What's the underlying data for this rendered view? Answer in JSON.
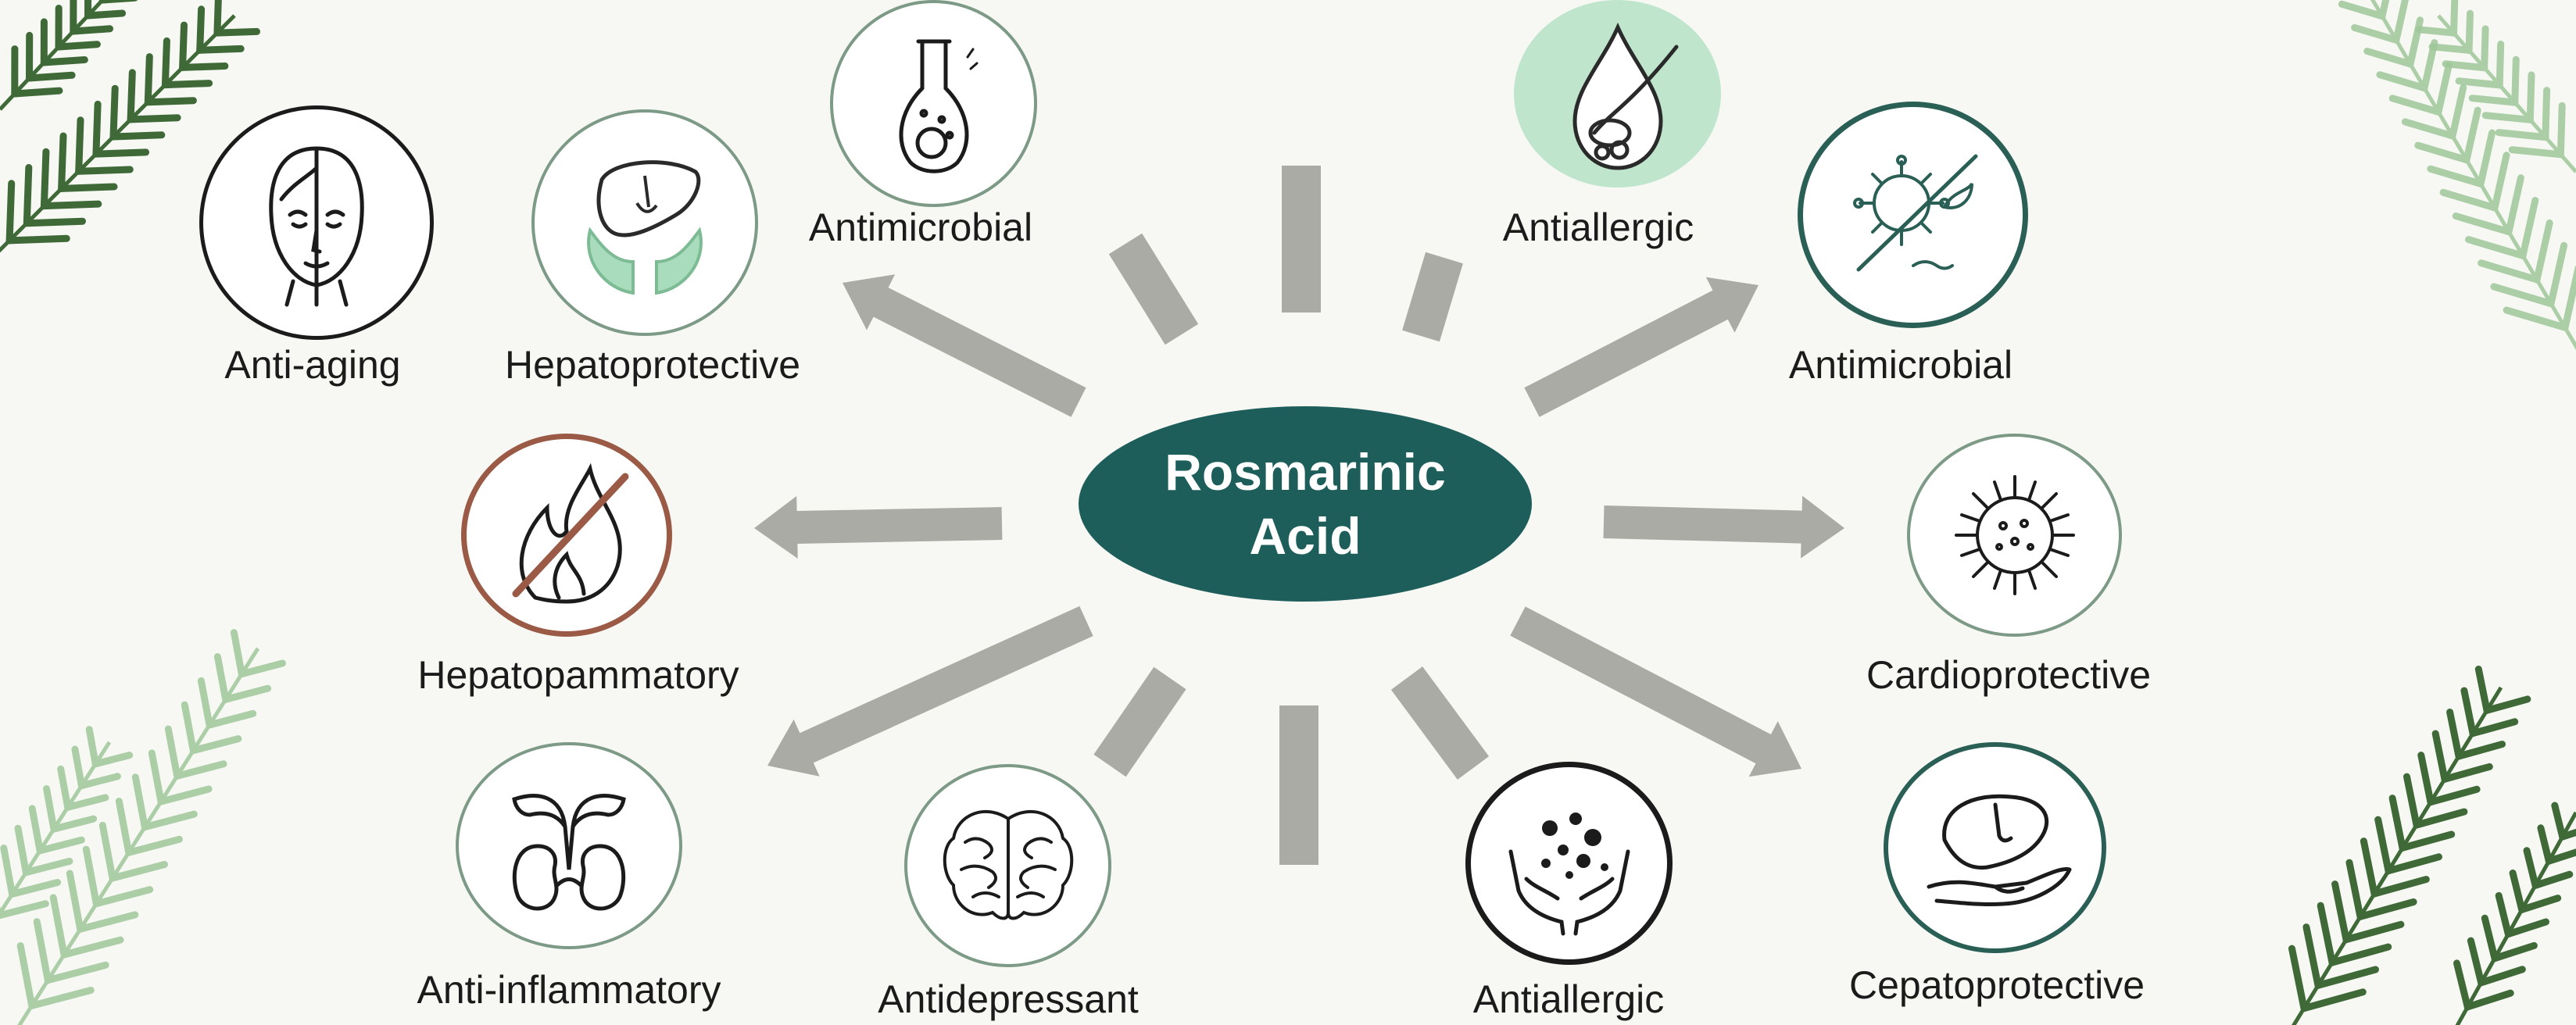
{
  "center": {
    "title": "Rosmarinic\nAcid"
  },
  "colors": {
    "center_fill": "#1d5e5b",
    "arrow": "#a9aba4",
    "mint": "#a8dcbc",
    "brown": "#9a5a45",
    "dark_teal": "#2a5f55",
    "leaf_dark": "#3f6a38",
    "leaf_light": "#9fc79a"
  },
  "nodes": [
    {
      "label": "Anti-aging",
      "icon": "face-icon"
    },
    {
      "label": "Hepatoprotective",
      "icon": "liver-hands-icon"
    },
    {
      "label": "Antimicrobial",
      "icon": "flask-icon"
    },
    {
      "label": "Antiallergic",
      "icon": "drop-spoon-icon"
    },
    {
      "label": "Antimicrobial",
      "icon": "virus-blocked-icon"
    },
    {
      "label": "Hepatopammatory",
      "icon": "no-flame-icon"
    },
    {
      "label": "Cardioprotective",
      "icon": "virus-icon"
    },
    {
      "label": "Anti-inflammatory",
      "icon": "kidneys-icon"
    },
    {
      "label": "Antidepressant",
      "icon": "brain-icon"
    },
    {
      "label": "Antiallergic",
      "icon": "pollen-hands-icon"
    },
    {
      "label": "Cepatoprotective",
      "icon": "liver-hand-icon"
    }
  ]
}
